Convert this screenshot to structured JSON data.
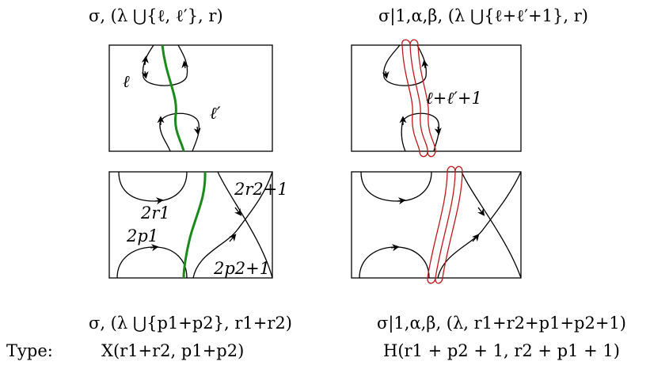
{
  "captions": {
    "top_left": "σ, (λ ⋃{ℓ, ℓ′}, r)",
    "top_right": "σ|1,α,β, (λ ⋃{ℓ+ℓ′+1}, r)",
    "bottom_left": "σ, (λ ⋃{p1+p2}, r1+r2)",
    "bottom_right": "σ|1,α,β, (λ, r1+r2+p1+p2+1)",
    "type_label": "Type:",
    "type_left": "X(r1+r2, p1+p2)",
    "type_right": "H(r1 + p2 + 1, r2 + p1 + 1)"
  },
  "labels": {
    "l": "ℓ",
    "lprime": "ℓ′",
    "merged": "ℓ+ℓ′+1",
    "r1": "2r1",
    "p1": "2p1",
    "r2": "2r2+1",
    "p2": "2p2+1"
  },
  "colors": {
    "green_curve": "#1a8a1a",
    "red_curve": "#c0181a",
    "stroke": "#000000"
  }
}
